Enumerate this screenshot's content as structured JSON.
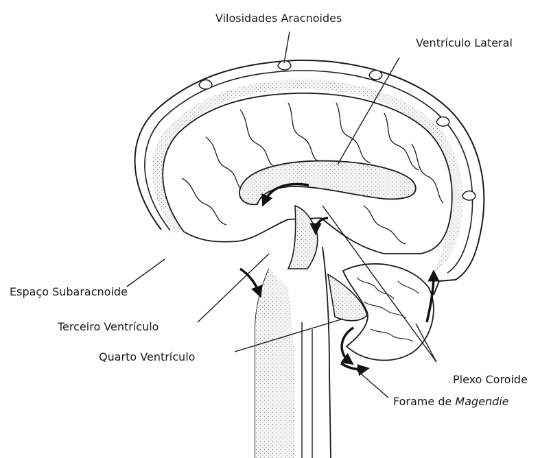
{
  "labels": {
    "arachnoid_villi": "Vilosidades Aracnoides",
    "lateral_ventricle": "Ventrículo Lateral",
    "subarachnoid_space": "Espaço Subaracnoide",
    "third_ventricle": "Terceiro Ventrículo",
    "fourth_ventricle": "Quarto Ventrículo",
    "choroid_plexus": "Plexo Coroide",
    "foramen_prefix": "Forame de",
    "foramen_name": "Magendie"
  },
  "colors": {
    "ink": "#1a1a1a",
    "csf_fill": "#ececec",
    "background": "#ffffff"
  }
}
